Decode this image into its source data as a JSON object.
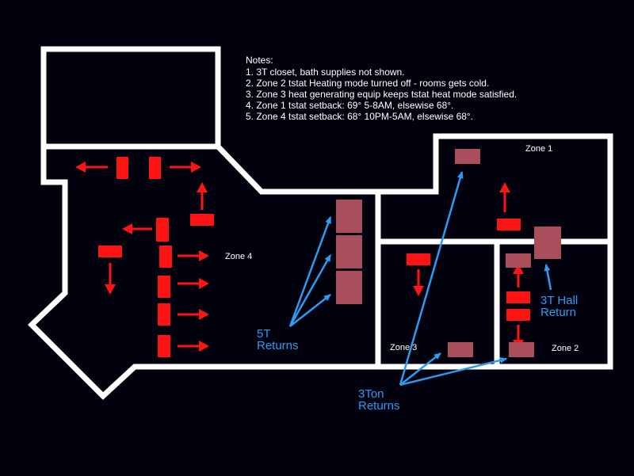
{
  "colors": {
    "background": "#02020f",
    "wall": "#ffffff",
    "supply_register": "#ff1414",
    "return_grille": "#a94f5c",
    "return_arrow": "#2d9bf0",
    "text": "#ffffff"
  },
  "notes": {
    "title": "Notes:",
    "lines": [
      "1. 3T closet, bath supplies not shown.",
      "2. Zone 2 tstat Heating mode turned off - rooms gets cold.",
      "3. Zone 3 heat generating equip keeps tstat heat mode satisfied.",
      "4. Zone 1 tstat setback: 69° 5-8AM, elsewise 68°.",
      "5. Zone 4 tstat setback: 68° 10PM-5AM, elsewise 68°."
    ]
  },
  "zones": {
    "zone1": "Zone 1",
    "zone2": "Zone 2",
    "zone3": "Zone 3",
    "zone4": "Zone 4"
  },
  "returns": {
    "five_ton": {
      "line1": "5T",
      "line2": "Returns"
    },
    "three_ton": {
      "line1": "3Ton",
      "line2": "Returns"
    },
    "hall": {
      "line1": "3T Hall",
      "line2": "Return"
    }
  },
  "legend_icons": {
    "supply": "supply-register-icon",
    "supply_arrow": "airflow-arrow-icon",
    "return": "return-grille-icon"
  }
}
